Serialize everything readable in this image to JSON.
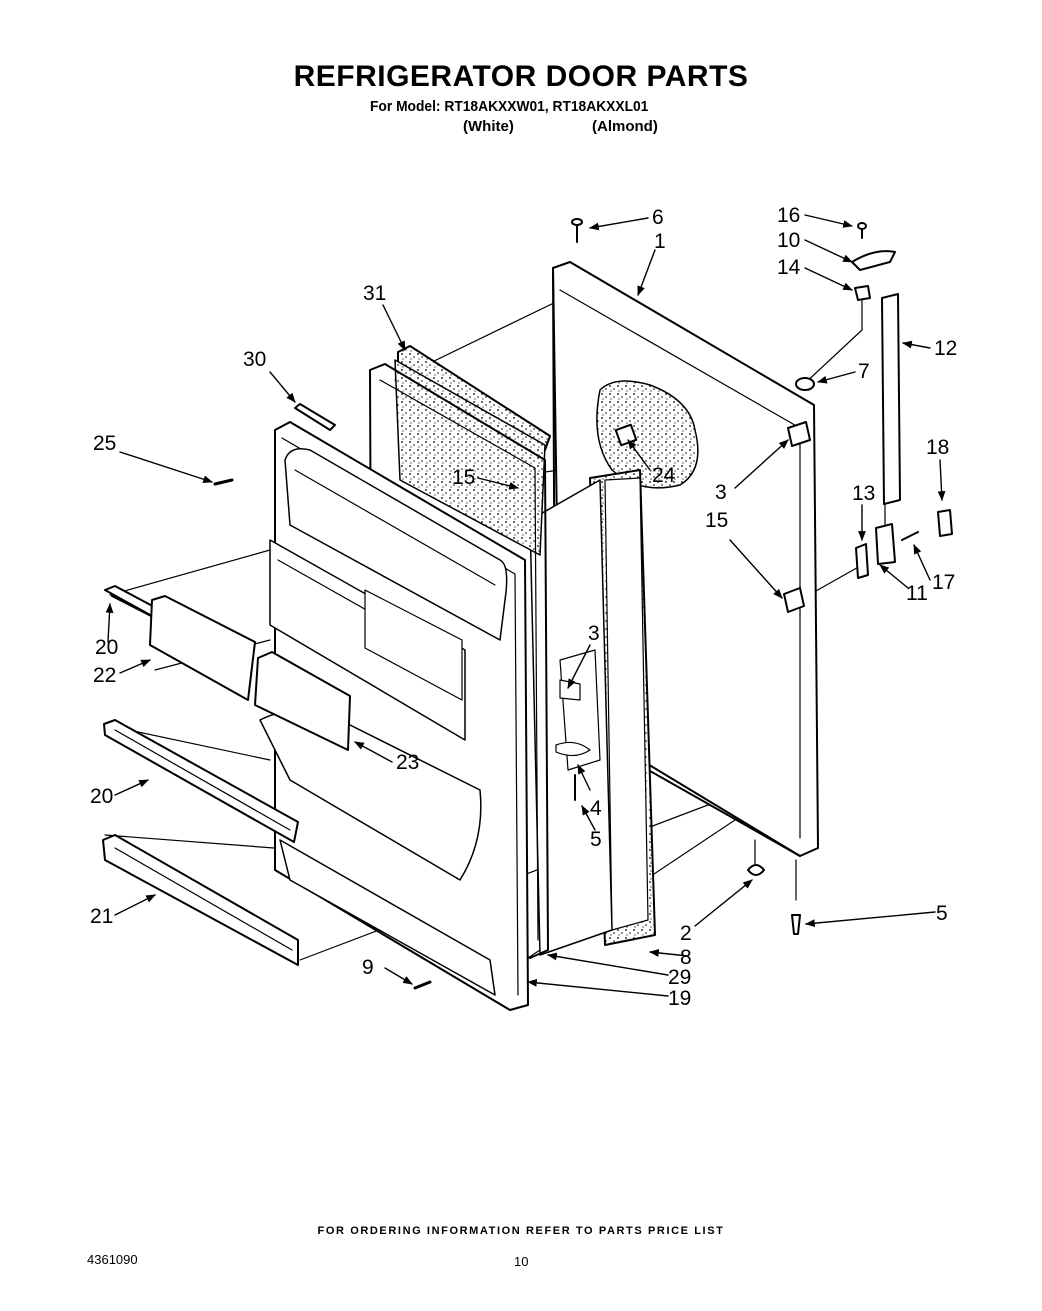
{
  "header": {
    "title": "REFRIGERATOR DOOR PARTS",
    "model_line": "For Model: RT18AKXXW01, RT18AKXXL01",
    "variant_white": "(White)",
    "variant_almond": "(Almond)"
  },
  "callouts": [
    "6",
    "1",
    "16",
    "10",
    "14",
    "12",
    "7",
    "31",
    "30",
    "25",
    "15",
    "24",
    "3",
    "18",
    "13",
    "15",
    "11",
    "17",
    "3",
    "20",
    "22",
    "23",
    "4",
    "20",
    "5",
    "21",
    "2",
    "5",
    "8",
    "9",
    "29",
    "19"
  ],
  "footer": {
    "ordering_note": "FOR ORDERING INFORMATION REFER TO PARTS PRICE LIST",
    "document_number": "4361090",
    "page_number": "10"
  }
}
